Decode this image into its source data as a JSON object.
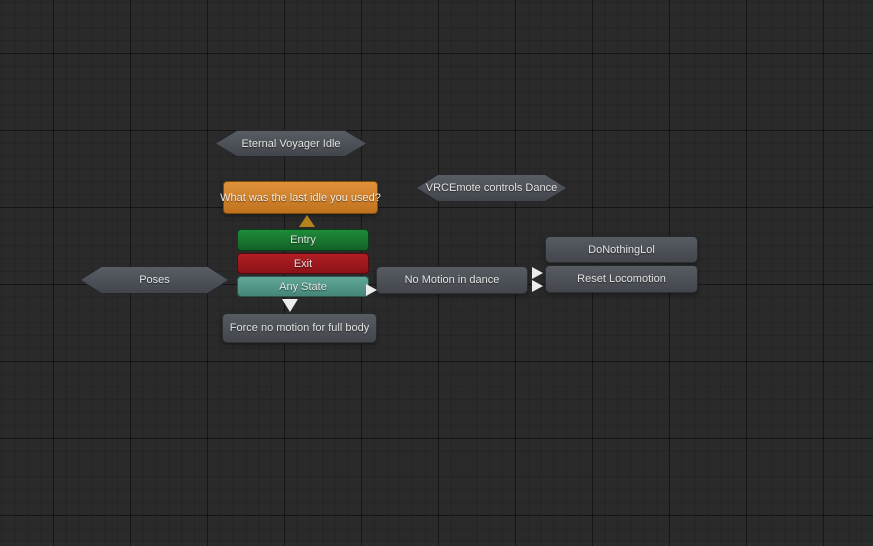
{
  "view": {
    "name": "Unity Animator State Machine Graph",
    "background_color": "#2a2a2a",
    "grid_minor_color": "#242424",
    "grid_major_color": "#1b1b1b"
  },
  "nodes": {
    "eternal_voyager_idle": {
      "label": "Eternal Voyager Idle",
      "type": "sub-state-machine",
      "color": "#4d5158"
    },
    "last_idle_question": {
      "label": "What was the last idle you used?",
      "type": "default-state",
      "color": "#cd7e24"
    },
    "vrcemote_controls_dance": {
      "label": "VRCEmote controls Dance",
      "type": "sub-state-machine",
      "color": "#4d5158"
    },
    "entry": {
      "label": "Entry",
      "type": "entry-node",
      "color": "#18792f"
    },
    "exit": {
      "label": "Exit",
      "type": "exit-node",
      "color": "#9e181e"
    },
    "any_state": {
      "label": "Any State",
      "type": "any-state-node",
      "color": "#529788"
    },
    "poses": {
      "label": "Poses",
      "type": "sub-state-machine",
      "color": "#4d5158"
    },
    "no_motion_in_dance": {
      "label": "No Motion in dance",
      "type": "state",
      "color": "#4d5158"
    },
    "do_nothing_lol": {
      "label": "DoNothingLol",
      "type": "state",
      "color": "#4d5158"
    },
    "reset_locomotion": {
      "label": "Reset Locomotion",
      "type": "state",
      "color": "#4d5158"
    },
    "force_no_motion": {
      "label": "Force no motion for full body",
      "type": "state",
      "color": "#4d5158"
    }
  },
  "transitions": [
    {
      "name": "entry-to-default",
      "direction": "up",
      "color": "#b5821d"
    },
    {
      "name": "anystate-to-force-no-motion",
      "direction": "down",
      "color": "#ececec"
    },
    {
      "name": "anystate-to-no-motion-in-dance",
      "direction": "right",
      "color": "#ececec"
    },
    {
      "name": "no-motion-to-donothinglol",
      "direction": "right",
      "color": "#ececec"
    },
    {
      "name": "no-motion-to-reset-locomotion",
      "direction": "right",
      "color": "#ececec"
    }
  ]
}
